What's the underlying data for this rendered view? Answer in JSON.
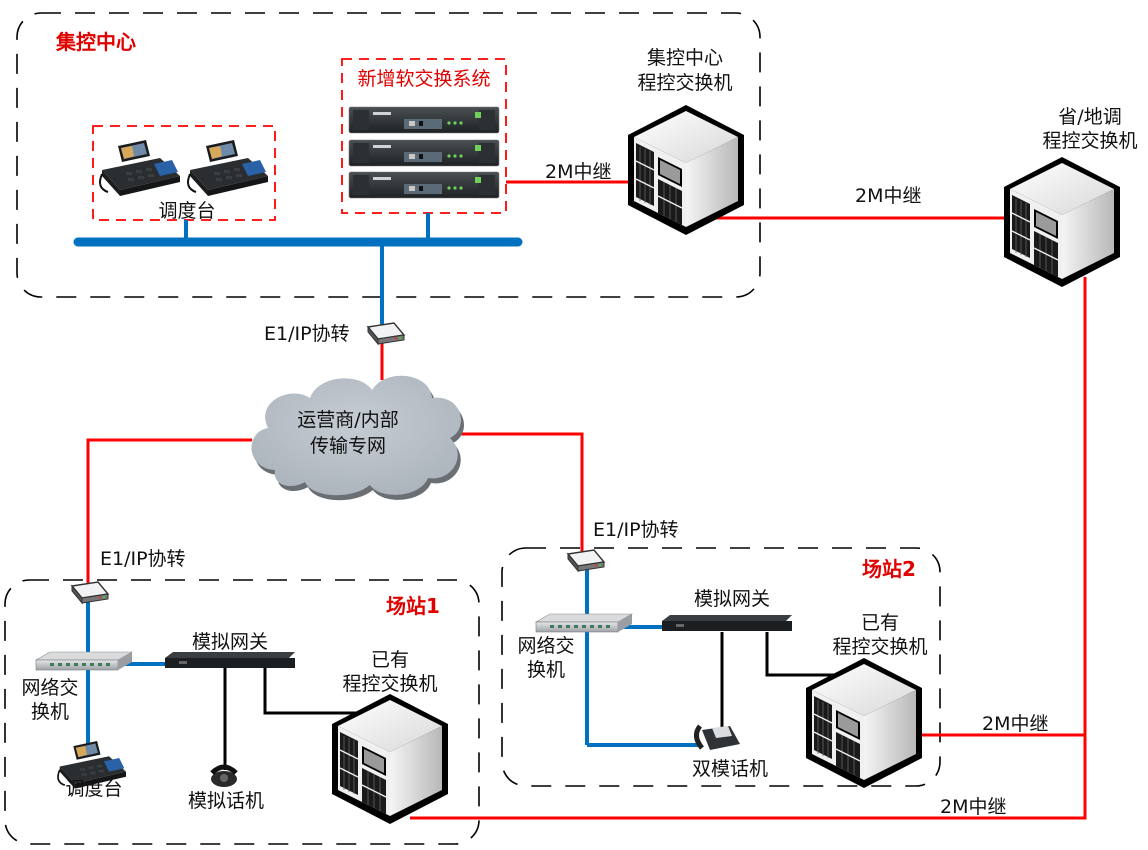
{
  "colors": {
    "trunk_line": "#ff0000",
    "lan_line": "#0070c0",
    "analog_line": "#000000",
    "region_border": "#000000",
    "highlight_border": "#ff0000",
    "cloud_fill": "#b8c0c8"
  },
  "regions": {
    "control_center": {
      "title": "集控中心"
    },
    "station1": {
      "title": "场站1"
    },
    "station2": {
      "title": "场站2"
    }
  },
  "control_center": {
    "dispatch_group_label": "调度台",
    "softswitch_group_label": "新增软交换系统",
    "pbx_label_line1": "集控中心",
    "pbx_label_line2": "程控交换机",
    "trunk_label": "2M中继",
    "gateway_label": "E1/IP协转"
  },
  "provincial": {
    "pbx_label_line1": "省/地调",
    "pbx_label_line2": "程控交换机",
    "trunk_label": "2M中继"
  },
  "network_cloud": {
    "label_line1": "运营商/内部",
    "label_line2": "传输专网"
  },
  "station1": {
    "gateway_label": "E1/IP协转",
    "switch_label_line1": "网络交",
    "switch_label_line2": "换机",
    "analog_gw_label": "模拟网关",
    "existing_pbx_line1": "已有",
    "existing_pbx_line2": "程控交换机",
    "dispatch_label": "调度台",
    "analog_phone_label": "模拟话机",
    "trunk_label": "2M中继"
  },
  "station2": {
    "gateway_label": "E1/IP协转",
    "switch_label_line1": "网络交",
    "switch_label_line2": "换机",
    "analog_gw_label": "模拟网关",
    "existing_pbx_line1": "已有",
    "existing_pbx_line2": "程控交换机",
    "dual_phone_label": "双模话机",
    "trunk_label": "2M中继"
  }
}
